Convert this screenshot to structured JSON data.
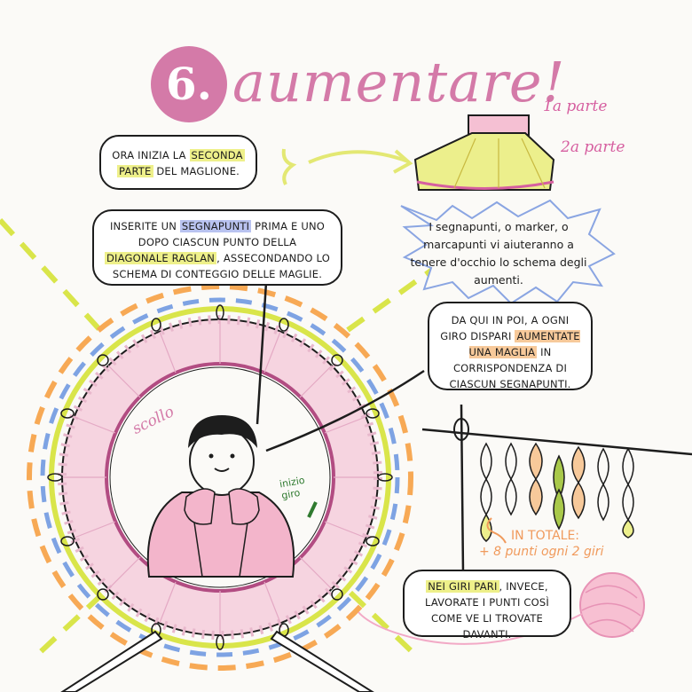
{
  "title": {
    "number": "6.",
    "word": "aumentare!"
  },
  "labels": {
    "part1": "1a parte",
    "part2": "2a parte",
    "neckline": "scollo",
    "round_start": "inizio giro",
    "total_line1": "in totale:",
    "total_line2": "+ 8 punti ogni 2 giri"
  },
  "bubbles": {
    "b1": {
      "t1": "Ora inizia la ",
      "h1": "seconda",
      "t2": " ",
      "h2": "parte",
      "t3": " del maglione."
    },
    "b2": {
      "t1": "Inserite un ",
      "h1": "segnapunti",
      "t2": " prima e uno dopo ciascun punto della ",
      "h2": "diagonale raglan",
      "t3": ", assecondando lo schema di conteggio delle maglie."
    },
    "b3": {
      "t1": "Da qui in poi, a ogni giro dispari ",
      "h1": "aumentate una maglia",
      "t2": " in corrispondenza di ciascun segnapunti."
    },
    "b4": {
      "h1": "Nei giri pari",
      "t1": ", invece, lavorate i punti così come ve li trovate davanti."
    }
  },
  "star_note": "I segnapunti, o marker, o marcapunti vi aiuteranno a tenere d'occhio lo schema degli aumenti.",
  "colors": {
    "pink": "#d47aa8",
    "yellow": "#eef08a",
    "blue": "#9fb4e8",
    "orange": "#f7a955",
    "green": "#5a9a3a"
  }
}
